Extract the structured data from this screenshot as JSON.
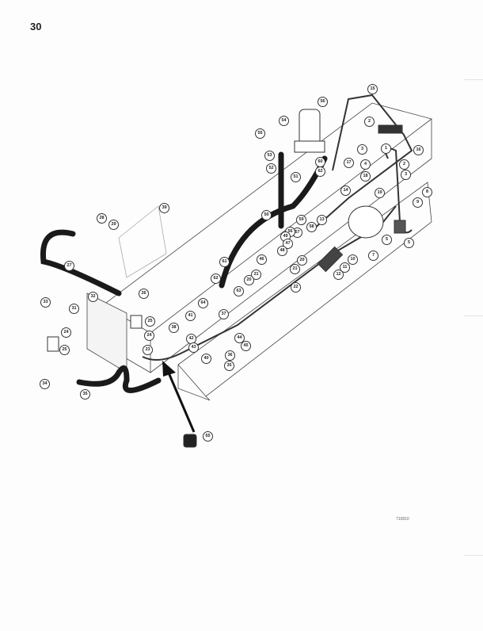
{
  "page_number": "30",
  "figure_code": "710810",
  "callouts": [
    "15",
    "56",
    "54",
    "55",
    "2",
    "3",
    "1",
    "16",
    "53",
    "60",
    "62",
    "4",
    "52",
    "51",
    "17",
    "18",
    "2",
    "3",
    "8",
    "14",
    "19",
    "9",
    "39",
    "28",
    "29",
    "50",
    "59",
    "58",
    "13",
    "57",
    "56",
    "5",
    "5",
    "7",
    "49",
    "47",
    "48",
    "27",
    "46",
    "20",
    "10",
    "11",
    "21",
    "12",
    "61",
    "32",
    "31",
    "26",
    "62",
    "21",
    "20",
    "22",
    "63",
    "64",
    "33",
    "25",
    "41",
    "37",
    "38",
    "24",
    "24",
    "42",
    "43",
    "44",
    "45",
    "25",
    "23",
    "40",
    "36",
    "35",
    "34",
    "35",
    "65"
  ],
  "colors": {
    "ink": "#222222",
    "hose": "#1a1a1a",
    "paper": "#fdfdfd"
  }
}
